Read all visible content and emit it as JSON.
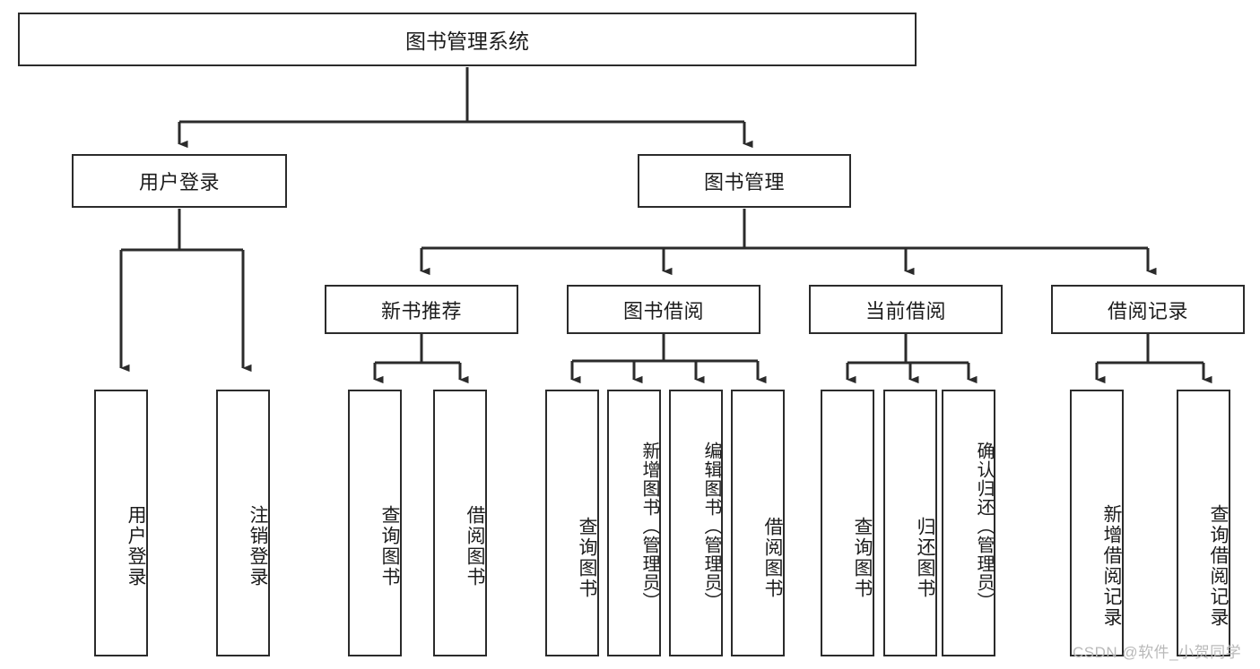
{
  "diagram": {
    "title": "图书管理系统",
    "type": "tree-hierarchy",
    "root": {
      "label": "图书管理系统"
    },
    "level2": [
      {
        "label": "用户登录"
      },
      {
        "label": "图书管理"
      }
    ],
    "level3": [
      {
        "label": "新书推荐"
      },
      {
        "label": "图书借阅"
      },
      {
        "label": "当前借阅"
      },
      {
        "label": "借阅记录"
      }
    ],
    "leaves": {
      "user_login": [
        {
          "label": "用户登录"
        },
        {
          "label": "注销登录"
        }
      ],
      "new_book_recommend": [
        {
          "label": "查询图书"
        },
        {
          "label": "借阅图书"
        }
      ],
      "book_borrow": [
        {
          "label": "查询图书"
        },
        {
          "label": "新增图书（管理员）"
        },
        {
          "label": "编辑图书（管理员）"
        },
        {
          "label": "借阅图书"
        }
      ],
      "current_borrow": [
        {
          "label": "查询图书"
        },
        {
          "label": "归还图书"
        },
        {
          "label": "确认归还（管理员）"
        }
      ],
      "borrow_record": [
        {
          "label": "新增借阅记录"
        },
        {
          "label": "查询借阅记录"
        }
      ]
    }
  },
  "watermark": {
    "text": "CSDN @软件_小贺同学"
  },
  "colors": {
    "stroke": "#2b2b2b",
    "background": "#ffffff",
    "text": "#1c1c1c",
    "watermark": "#b9b9b9"
  }
}
